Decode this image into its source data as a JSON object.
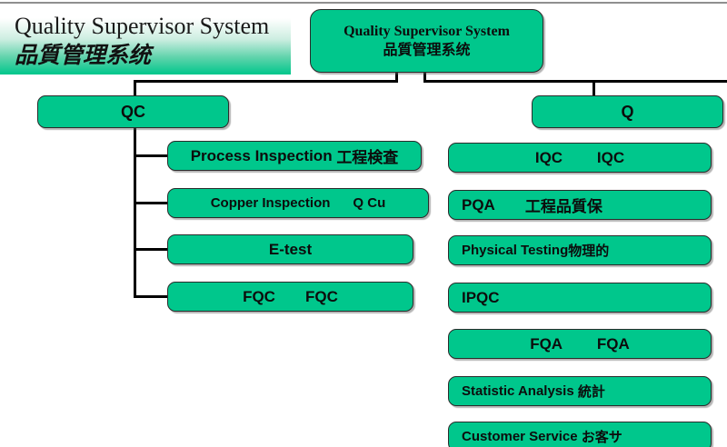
{
  "page": {
    "background_color": "#ffffff",
    "node_fill_color": "#00c78c",
    "node_border_color": "#2b2b2b",
    "line_color": "#000000",
    "top_rule_color": "#8f8f8f"
  },
  "banner": {
    "title_en": "Quality Supervisor System",
    "title_cn": "品質管理系统"
  },
  "root": {
    "title_en": "Quality Supervisor System",
    "title_cn": "品質管理系统"
  },
  "left_branch": {
    "head": "QC",
    "children": [
      {
        "label_en": "Process Inspection",
        "label_local": "工程検査"
      },
      {
        "label_en": "Copper Inspection",
        "label_local": "Q Cu"
      },
      {
        "label_en": "E-test",
        "label_local": ""
      },
      {
        "label_en": "FQC",
        "label_local": "FQC"
      }
    ]
  },
  "right_branch": {
    "head": "Q",
    "children": [
      {
        "label_en": "IQC",
        "label_local": "IQC"
      },
      {
        "label_en": "PQA",
        "label_local": "工程品質保"
      },
      {
        "label_en": "Physical Testing",
        "label_local": "物理的"
      },
      {
        "label_en": "IPQC",
        "label_local": ""
      },
      {
        "label_en": "FQA",
        "label_local": "FQA"
      },
      {
        "label_en": "Statistic Analysis",
        "label_local": "統計"
      },
      {
        "label_en": "Customer Service",
        "label_local": "お客サ"
      }
    ]
  }
}
